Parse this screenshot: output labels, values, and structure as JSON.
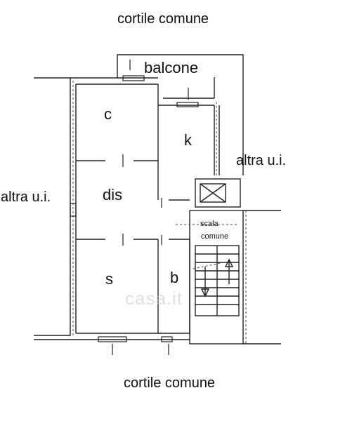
{
  "labels": {
    "top_courtyard": "cortile comune",
    "bottom_courtyard": "cortile comune",
    "neighbor_right": "altra u.i.",
    "neighbor_left": "altra u.i.",
    "balcony": "balcone",
    "kitchen": "k",
    "room_c": "c",
    "hallway": "dis",
    "room_s": "s",
    "bathroom": "b",
    "stair_1": "scala",
    "stair_2": "comune"
  },
  "watermark": "casa.it",
  "colors": {
    "line": "#222222",
    "dash": "#444444"
  }
}
